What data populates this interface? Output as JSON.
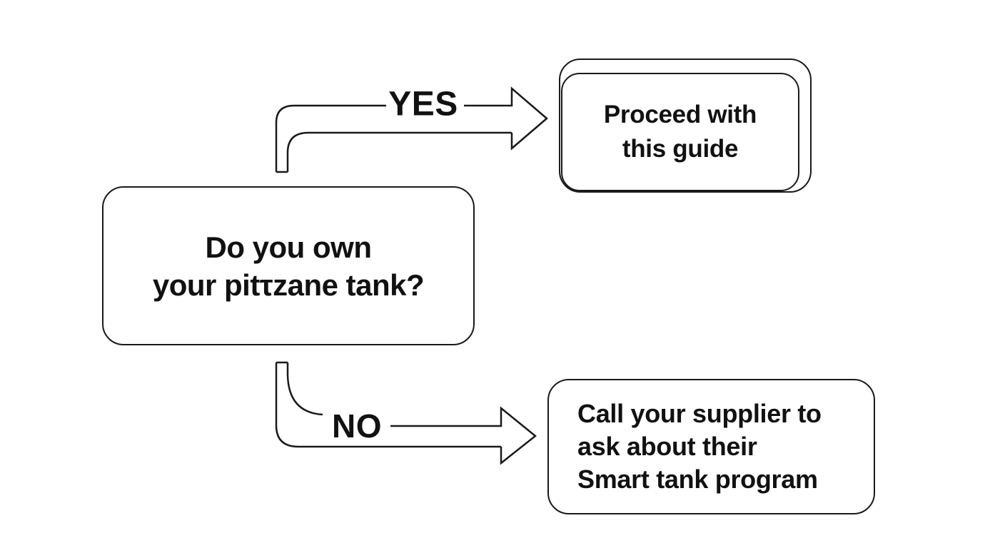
{
  "flowchart": {
    "decision": {
      "lines": [
        "Do you own",
        "your pitτzane tank?"
      ]
    },
    "yes_branch": {
      "label": "YES",
      "result": {
        "lines": [
          "Proceed with",
          "this guide"
        ]
      }
    },
    "no_branch": {
      "label": "NO",
      "result": {
        "lines": [
          "Call your supplier to",
          "ask about their",
          "Smart tank program"
        ]
      }
    },
    "colors": {
      "stroke": "#1a1a1a",
      "background": "#ffffff",
      "text": "#111111"
    }
  }
}
